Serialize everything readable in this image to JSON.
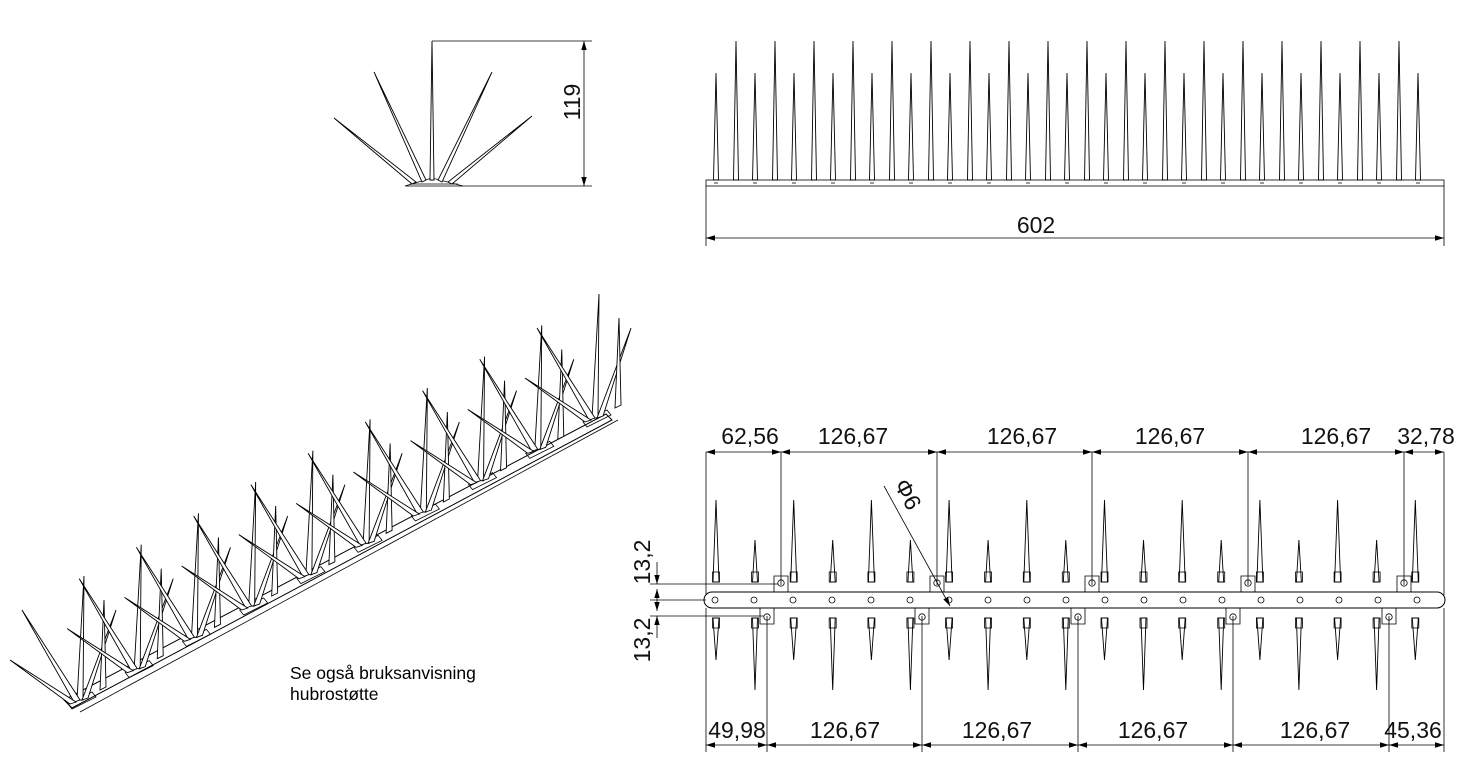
{
  "side_view": {
    "height_dim": "119"
  },
  "front_view": {
    "length_dim": "602"
  },
  "top_view": {
    "top_dims": [
      "62,56",
      "126,67",
      "126,67",
      "126,67",
      "126,67",
      "32,78"
    ],
    "bottom_dims": [
      "49,98",
      "126,67",
      "126,67",
      "126,67",
      "126,67",
      "45,36"
    ],
    "left_dims": [
      "13,2",
      "13,2"
    ],
    "hole_dim": "Φ6"
  },
  "note": {
    "line1": "Se også bruksanvisning",
    "line2": "hubrostøtte"
  }
}
